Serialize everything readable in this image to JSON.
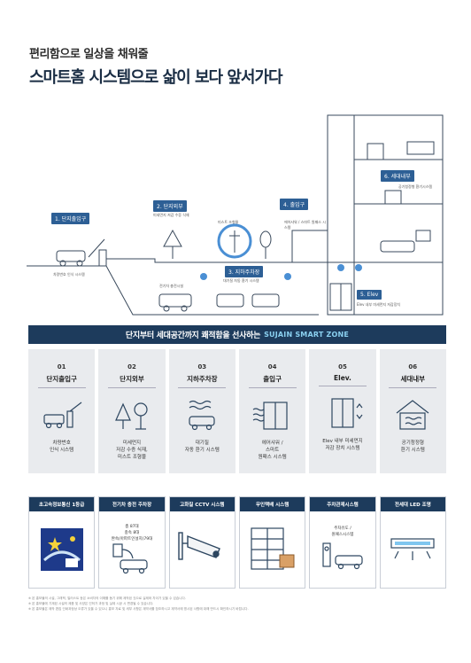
{
  "hero": {
    "subtitle": "편리함으로 일상을 채워줄",
    "title": "스마트홈 시스템으로 삶이 보다 앞서가다"
  },
  "illustration": {
    "callouts": [
      {
        "label": "1. 단지출입구"
      },
      {
        "label": "2. 단지외부"
      },
      {
        "label": "3. 지하주차장"
      },
      {
        "label": "4. 출입구"
      },
      {
        "label": "5. Elev"
      },
      {
        "label": "6. 세대내부"
      }
    ],
    "captions": {
      "gate": "차량번호 인식 시스템",
      "outside": "미세먼지 저감 수증 식재",
      "mist": "미스트 조형물",
      "charger": "전기차 충전시설",
      "parking": "대기질 자동 환기 시스템",
      "entrance": "에어샤워 / 스마트 원패스 시스템",
      "elev": "Elev 내부 미세먼지 저감장치",
      "unit": "공기청정형 환기시스템"
    }
  },
  "banner": {
    "text": "단지부터 세대공간까지 쾌적함을 선사하는",
    "accent": "SUJAIN SMART ZONE"
  },
  "zones": [
    {
      "num": "01",
      "name": "단지출입구",
      "desc": "차량번호\n인식 시스템",
      "icon": "car-gate-icon"
    },
    {
      "num": "02",
      "name": "단지외부",
      "desc": "미세먼지\n저감 수증 식재,\n미스트 조형물",
      "icon": "tree-camera-icon"
    },
    {
      "num": "03",
      "name": "지하주차장",
      "desc": "대기질\n자동 환기 시스템",
      "icon": "car-ventilation-icon"
    },
    {
      "num": "04",
      "name": "출입구",
      "desc": "에어샤워 /\n스마트\n원패스 시스템",
      "icon": "door-air-icon"
    },
    {
      "num": "05",
      "name": "Elev.",
      "desc": "Elev 내부 미세먼지\n저감 장치 시스템",
      "icon": "elevator-icon"
    },
    {
      "num": "06",
      "name": "세대내부",
      "desc": "공기청정형\n환기 시스템",
      "icon": "home-ventilation-icon"
    }
  ],
  "features": [
    {
      "title": "초고속정보통신 1등급",
      "body": "",
      "icon": "certificate-icon"
    },
    {
      "title": "전기차 충전 주차장",
      "body": "총 87대\n충속 8대\n완속(아파트인설치)79대",
      "icon": "ev-charger-icon"
    },
    {
      "title": "고화질 CCTV 시스템",
      "body": "",
      "icon": "cctv-icon"
    },
    {
      "title": "무인택배 시스템",
      "body": "",
      "icon": "parcel-locker-icon"
    },
    {
      "title": "주차관제시스템",
      "body": "주차유도 /\n원패스시스템",
      "icon": "parking-control-icon"
    },
    {
      "title": "전세대 LED 조명",
      "body": "",
      "icon": "led-light-icon"
    }
  ],
  "notes": [
    "※ 본 홍보물의 시설, 그래픽, 일러스트 등은 소비자의 이해를 돕기 위해 제작된 것으로 실제와 차이가 있을 수 있습니다.",
    "※ 본 홍보물에 기재된 시설의 제품 및 사양은 인허가 과정 및 실제 시공 시 변경될 수 있습니다.",
    "※ 본 홍보물은 제작 편집 인쇄과정상 오류가 있을 수 있으니 홍보 자료 및 세부 사항은 계약서를 참조하시고 계약서에 명시된 사항에 대해 반드시 확인하시기 바랍니다."
  ]
}
